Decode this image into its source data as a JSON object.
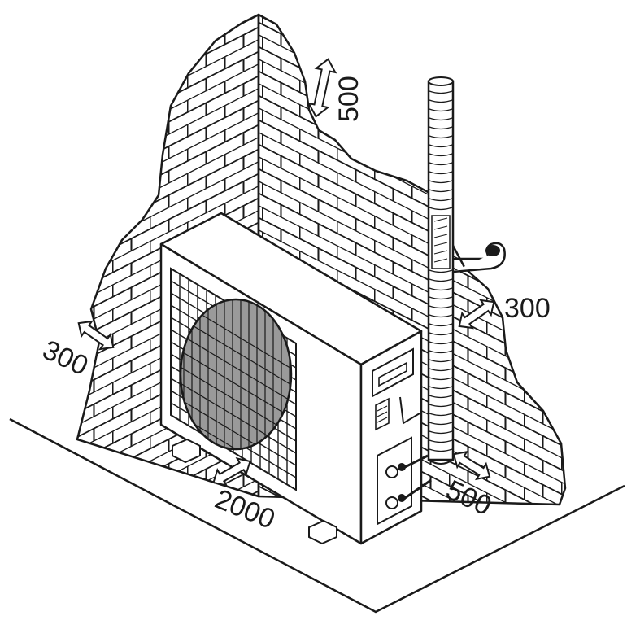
{
  "diagram": {
    "clearances": {
      "top": "500",
      "right_wall": "300",
      "left_wall": "300",
      "front": "2000",
      "side": "500"
    }
  },
  "colors": {
    "ink": "#1a1a1a",
    "background": "#ffffff",
    "fan_fill": "#9a9a9a"
  }
}
